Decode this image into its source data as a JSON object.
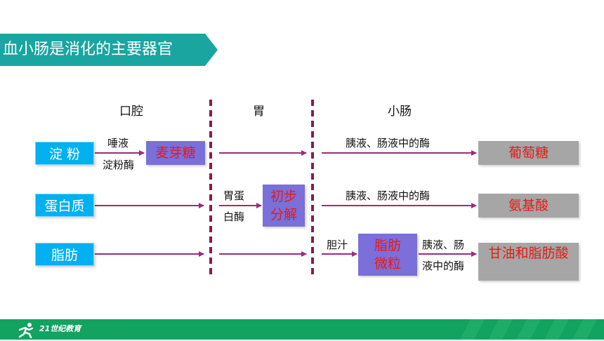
{
  "title": "血小肠是消化的主要器官",
  "columns": {
    "mouth": "口腔",
    "stomach": "胃",
    "small_intestine": "小肠"
  },
  "nutrients": {
    "starch": "淀 粉",
    "protein": "蛋白质",
    "fat": "脂肪"
  },
  "enzymes": {
    "saliva": "唾液",
    "saliva_amylase": "淀粉酶",
    "gastric_protease_1": "胃蛋",
    "gastric_protease_2": "白酶",
    "pancreatic_intestinal_1": "胰液、肠液中的酶",
    "pancreatic_intestinal_2": "胰液、肠液中的酶",
    "bile": "胆汁",
    "pancreatic_intestinal_3a": "胰液、肠",
    "pancreatic_intestinal_3b": "液中的酶"
  },
  "intermediates": {
    "maltose": "麦芽糖",
    "initial_breakdown": "初步\n分解",
    "fat_droplets": "脂肪\n微粒"
  },
  "products": {
    "glucose": "葡萄糖",
    "amino_acid": "氨基酸",
    "glycerol_fatty_acid": "甘油和脂肪酸"
  },
  "footer": {
    "logo_text": "21世纪教育"
  },
  "colors": {
    "banner": "#1aa5a0",
    "blue_box": "#00b0f0",
    "purple_box": "#7b6fd9",
    "gray_box": "#a6a6a6",
    "red_text": "#e81818",
    "arrow": "#9e2a7a",
    "divider": "#8b1a4f",
    "footer": "#11a35f"
  }
}
